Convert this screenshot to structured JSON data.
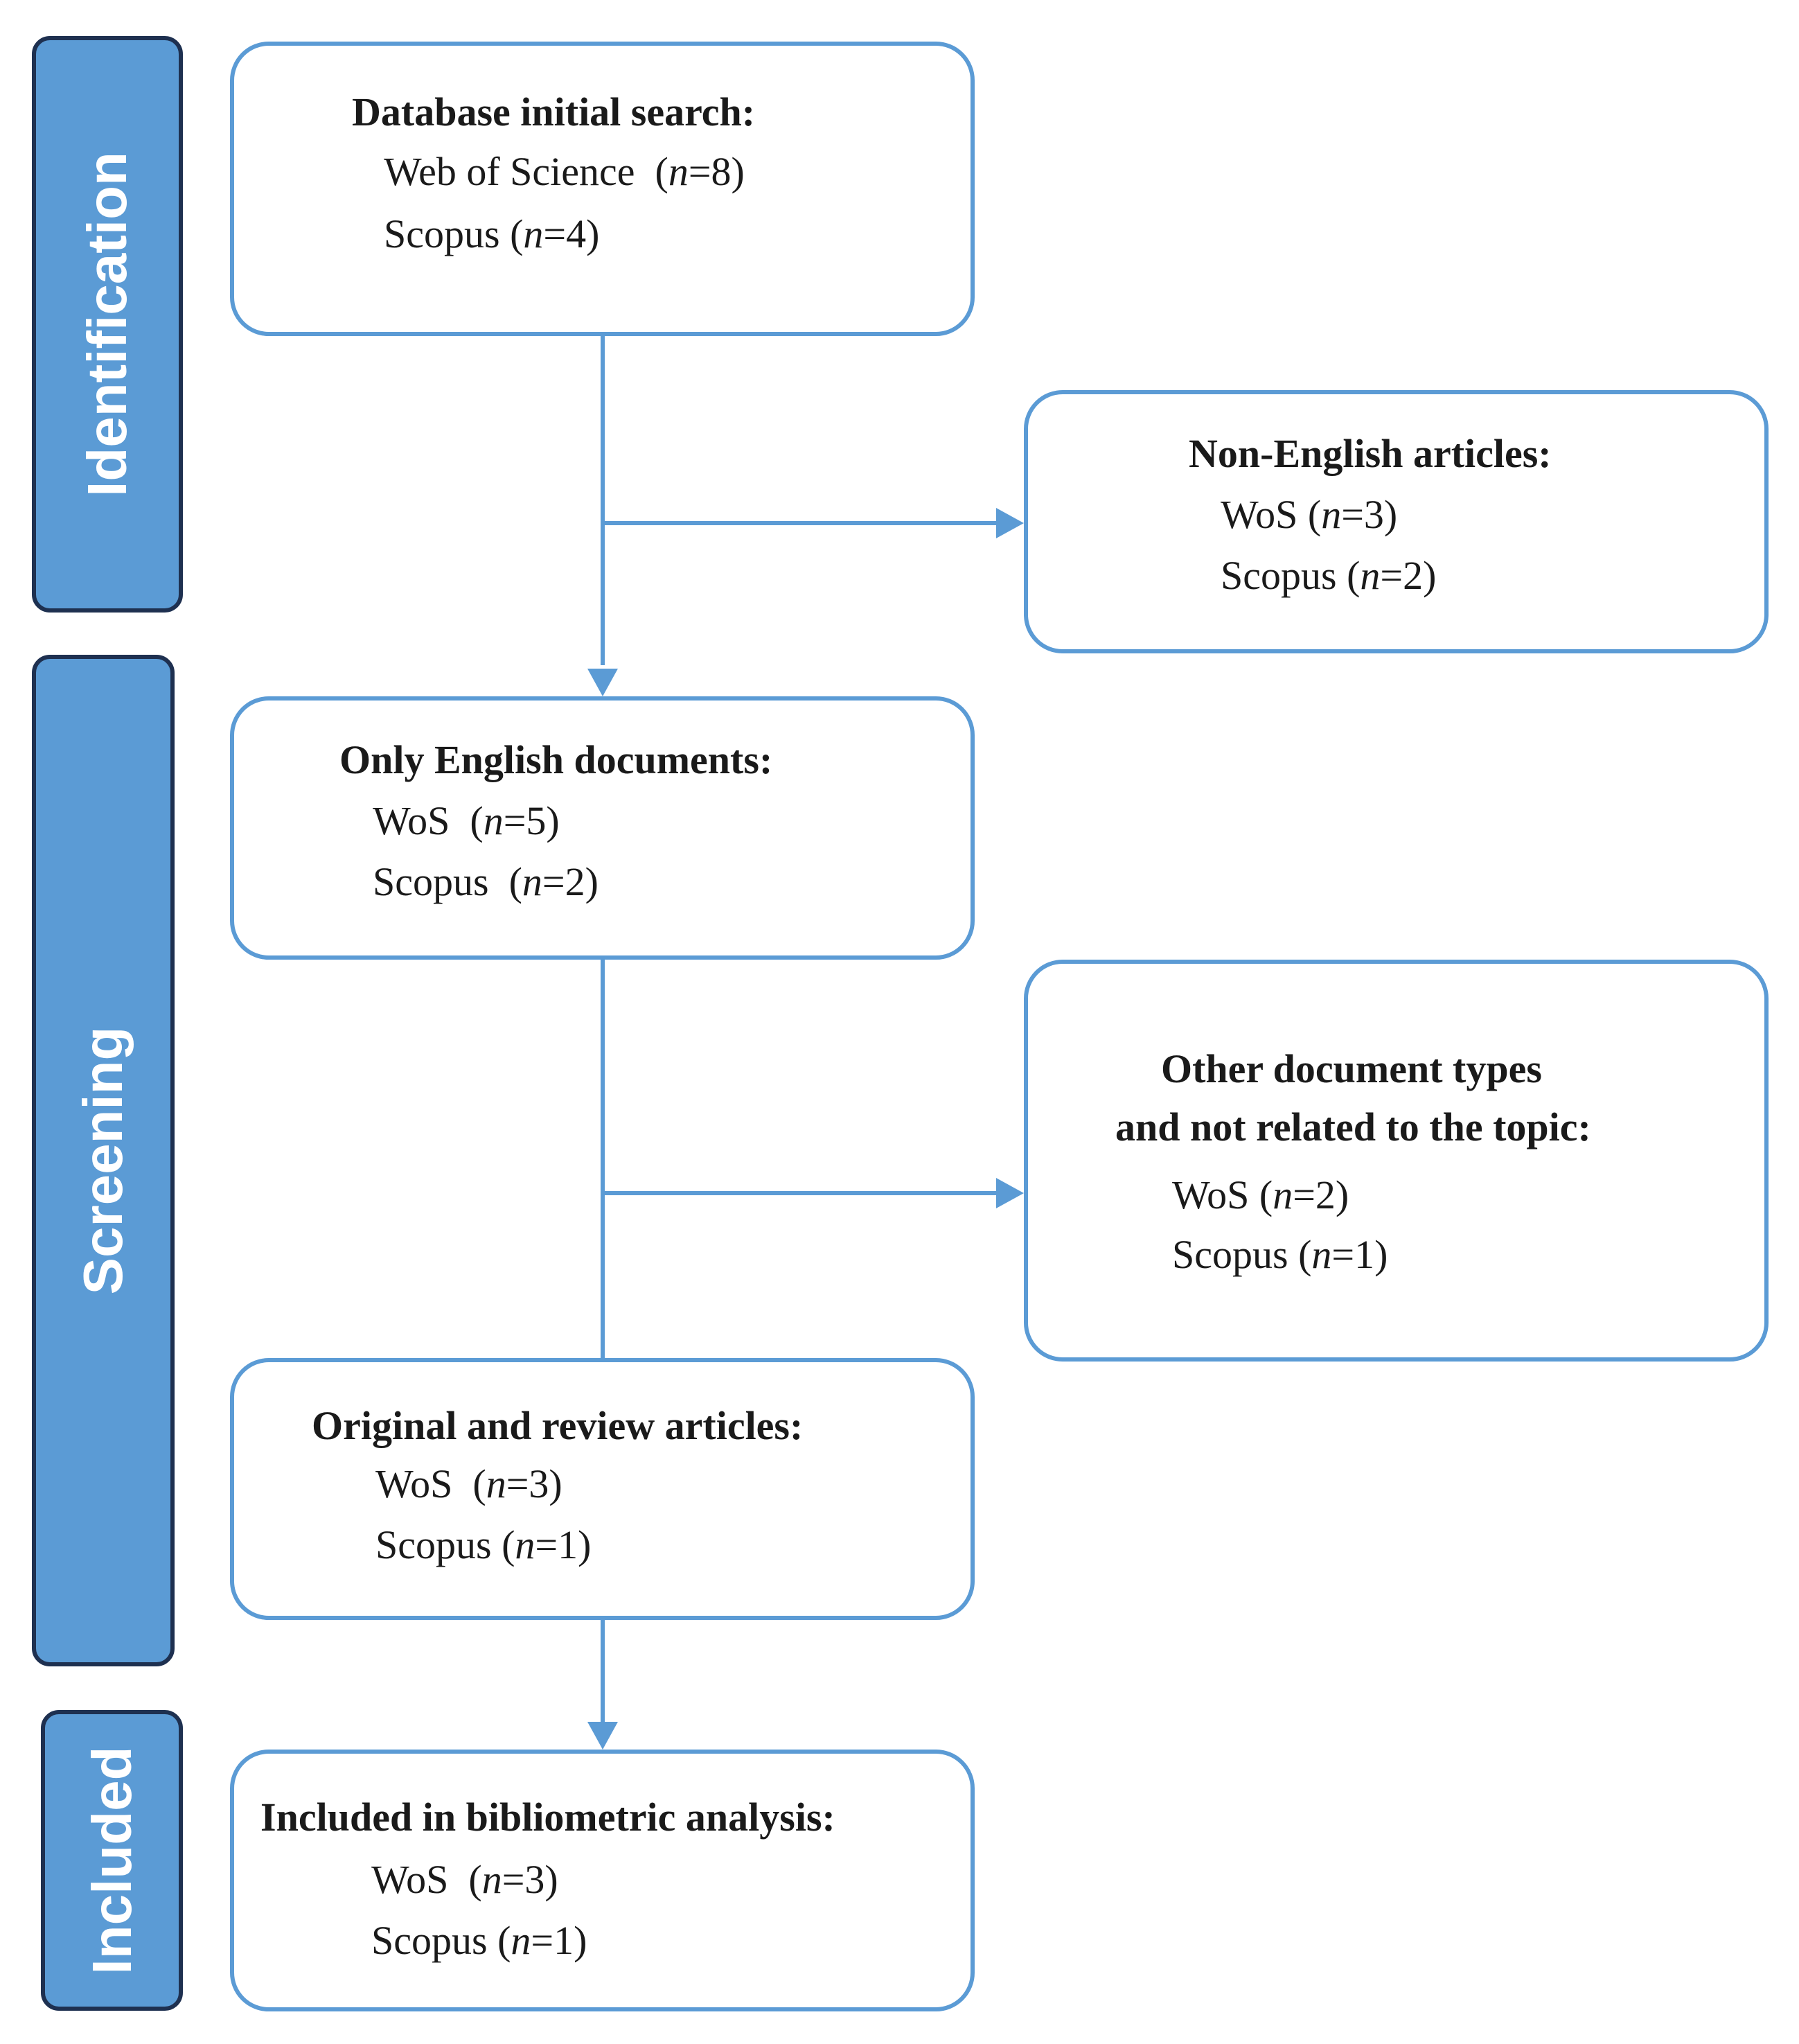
{
  "phases": {
    "identification": "Identification",
    "screening": "Screening",
    "included": "Included"
  },
  "boxes": {
    "initial_search": {
      "title": "Database initial search:",
      "lines": [
        {
          "db": "Web of Science",
          "n": "n",
          "value": "=8)"
        },
        {
          "db": "Scopus",
          "n": "n",
          "value": "=4)"
        }
      ]
    },
    "non_english": {
      "title": "Non-English articles:",
      "lines": [
        {
          "db": "WoS",
          "n": "n",
          "value": "=3)"
        },
        {
          "db": "Scopus",
          "n": "n",
          "value": "=2)"
        }
      ]
    },
    "only_english": {
      "title": "Only English documents:",
      "lines": [
        {
          "db": "WoS",
          "n": "n",
          "value": "=5)"
        },
        {
          "db": "Scopus",
          "n": "n",
          "value": "=2)"
        }
      ]
    },
    "other_types": {
      "title_line1": "Other document types",
      "title_line2": "and not related to the topic:",
      "lines": [
        {
          "db": "WoS",
          "n": "n",
          "value": "=2)"
        },
        {
          "db": "Scopus",
          "n": "n",
          "value": "=1)"
        }
      ]
    },
    "original_review": {
      "title": "Original and review articles:",
      "lines": [
        {
          "db": "WoS",
          "n": "n",
          "value": "=3)"
        },
        {
          "db": "Scopus",
          "n": "n",
          "value": "=1)"
        }
      ]
    },
    "included_analysis": {
      "title": "Included in bibliometric analysis:",
      "lines": [
        {
          "db": "WoS",
          "n": "n",
          "value": "=3)"
        },
        {
          "db": "Scopus",
          "n": "n",
          "value": "=1)"
        }
      ]
    }
  },
  "colors": {
    "accent": "#5b9bd5",
    "phase_border": "#1e3050",
    "text": "#1a1a1a"
  }
}
